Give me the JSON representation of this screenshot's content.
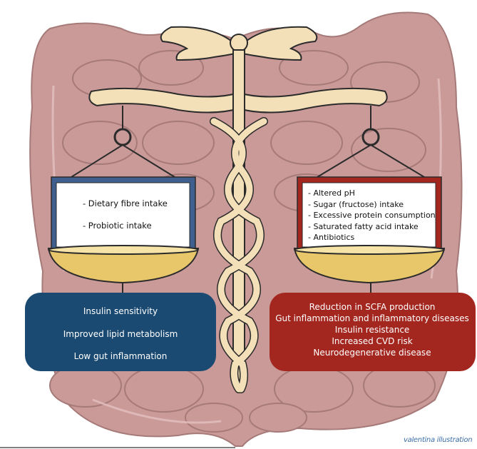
{
  "left_box": {
    "items": [
      "- Dietary fibre intake",
      "- Probiotic intake"
    ]
  },
  "right_box": {
    "items": [
      "- Altered pH",
      "- Sugar (fructose) intake",
      "- Excessive protein consumption",
      "- Saturated fatty acid intake",
      "- Antibiotics"
    ]
  },
  "left_outcomes": [
    "Insulin sensitivity",
    "Improved lipid metabolism",
    "Low gut inflammation"
  ],
  "right_outcomes": [
    "Reduction in SCFA production",
    "Gut inflammation and inflammatory diseases",
    "Insulin resistance",
    "Increased CVD risk",
    "Neurodegenerative disease"
  ],
  "credit": "valentina illustration",
  "colors": {
    "intestine": "#c99a98",
    "intestine_dark": "#a57a78",
    "scale_cream": "#f3dfb8",
    "pan_gold": "#e8c66a",
    "left_blue": "#1a4a72",
    "right_red": "#a3261f"
  }
}
